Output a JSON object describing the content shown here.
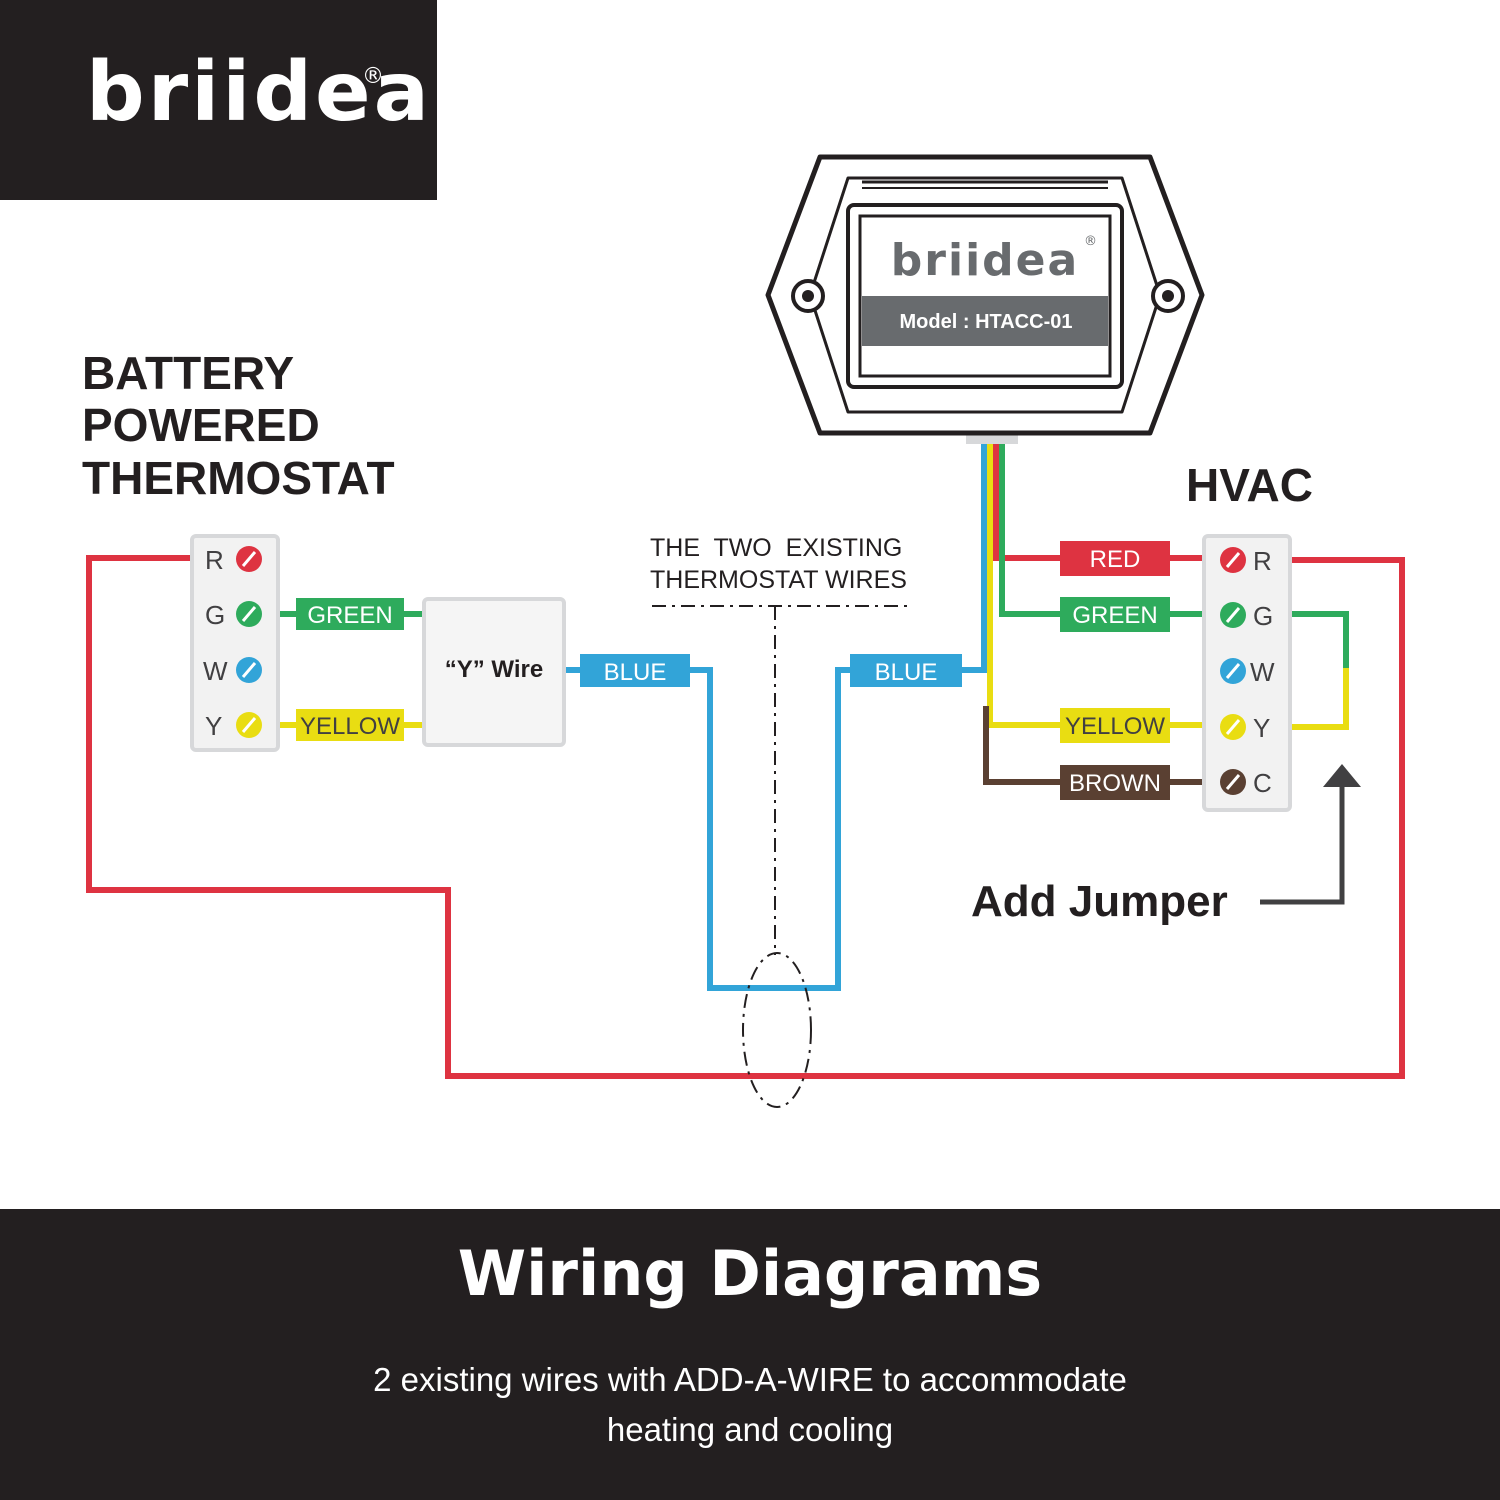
{
  "brand": {
    "name": "briidea",
    "registered": "®"
  },
  "device": {
    "brand": "briidea",
    "registered": "®",
    "model": "Model : HTACC-01"
  },
  "thermostat": {
    "title_lines": [
      "BATTERY",
      "POWERED",
      "THERMOSTAT"
    ],
    "terminals": [
      "R",
      "G",
      "W",
      "Y"
    ]
  },
  "y_wire_box": {
    "label": "“Y” Wire"
  },
  "hvac": {
    "title": "HVAC",
    "terminals": [
      "R",
      "G",
      "W",
      "Y",
      "C"
    ]
  },
  "wire_labels": {
    "thermostat_green": "GREEN",
    "thermostat_yellow": "YELLOW",
    "blue_left": "BLUE",
    "blue_right": "BLUE",
    "hvac_red": "RED",
    "hvac_green": "GREEN",
    "hvac_yellow": "YELLOW",
    "hvac_brown": "BROWN"
  },
  "annotation": {
    "line1": "THE  TWO  EXISTING",
    "line2": "THERMOSTAT WIRES"
  },
  "jumper_label": "Add Jumper",
  "footer": {
    "title": "Wiring Diagrams",
    "subtitle_line1": "2 existing wires with ADD-A-WIRE to accommodate",
    "subtitle_line2": "heating and cooling"
  },
  "colors": {
    "red": "#de3341",
    "green": "#2eab5c",
    "blue": "#32a4d8",
    "yellow": "#e9dd12",
    "brown": "#5a4032",
    "dark": "#231f20",
    "gray_band": "#686b6e",
    "terminal_bg": "#f2f2f2"
  }
}
